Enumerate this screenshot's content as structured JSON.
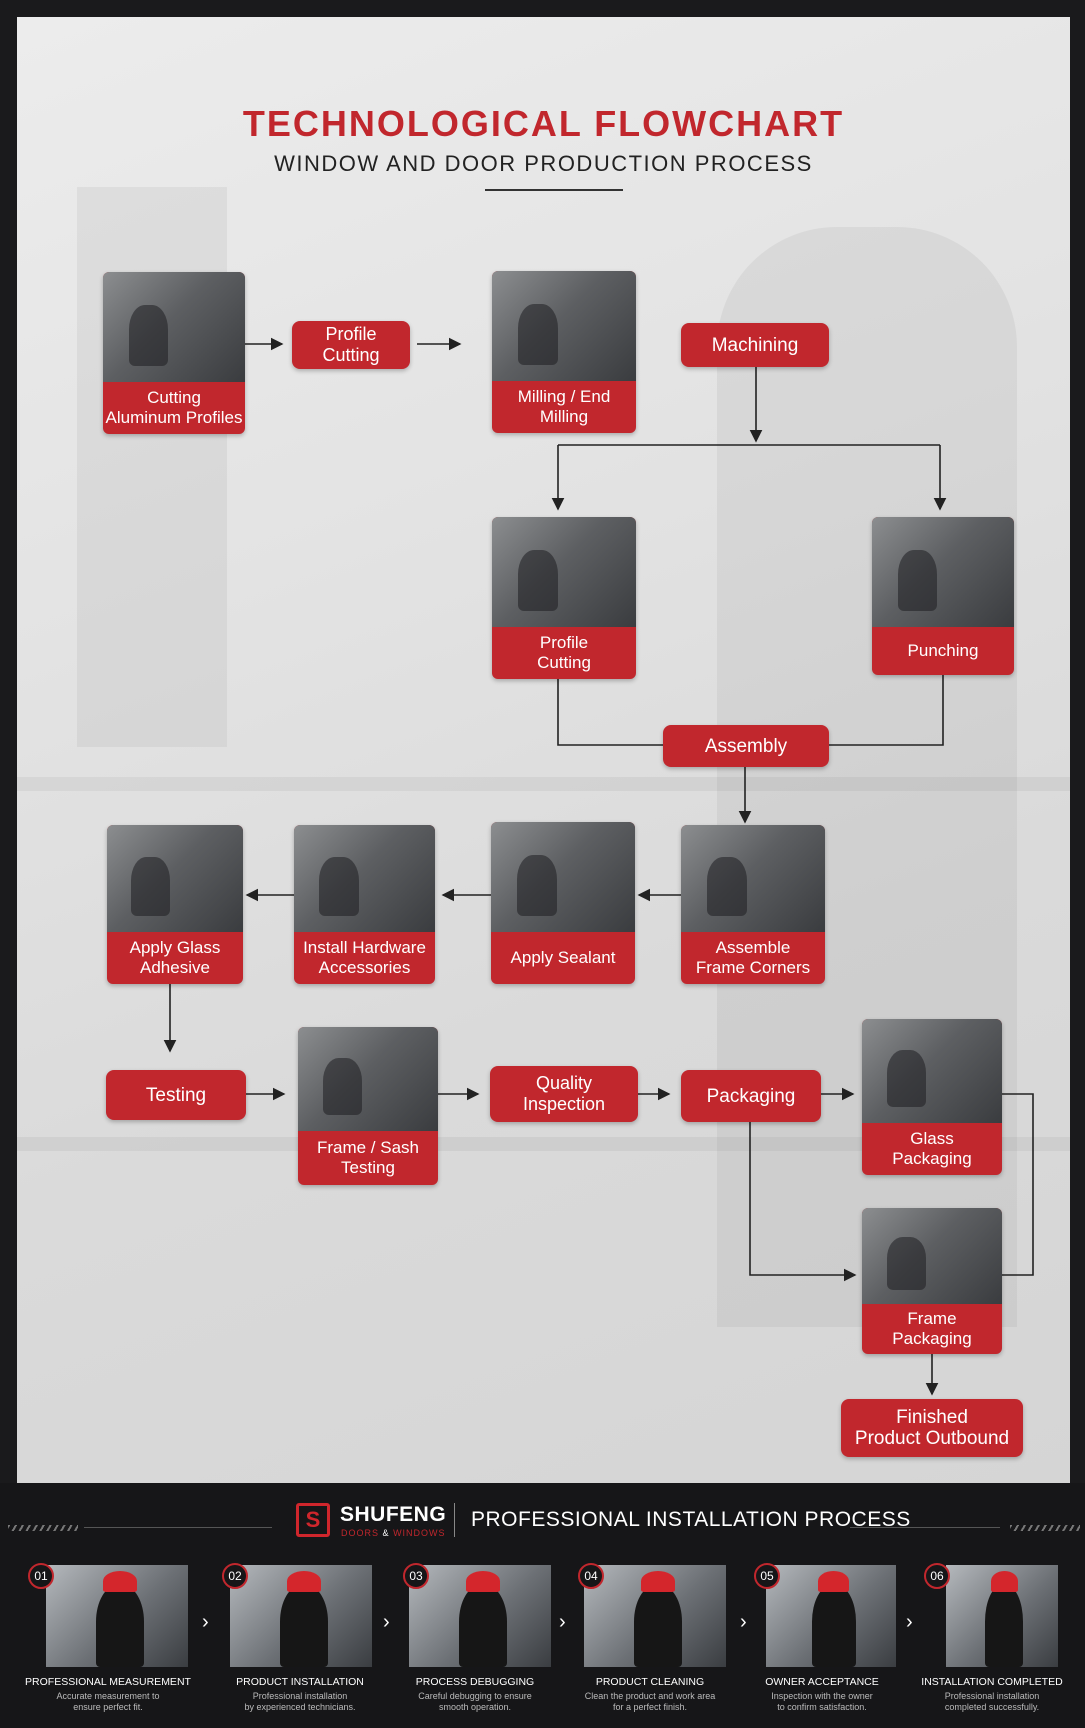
{
  "header": {
    "title": "TECHNOLOGICAL FLOWCHART",
    "subtitle": "WINDOW AND DOOR PRODUCTION PROCESS"
  },
  "flow": {
    "cutting_aluminum": "Cutting\nAluminum Profiles",
    "profile_cutting_1": "Profile\nCutting",
    "milling": "Milling / End\nMilling",
    "machining": "Machining",
    "profile_cutting_2": "Profile\nCutting",
    "punching": "Punching",
    "assembly": "Assembly",
    "apply_glass": "Apply Glass\nAdhesive",
    "install_hardware": "Install Hardware\nAccessories",
    "apply_sealant": "Apply Sealant",
    "assemble_corners": "Assemble\nFrame Corners",
    "testing": "Testing",
    "frame_sash_testing": "Frame / Sash\nTesting",
    "quality_inspection": "Quality\nInspection",
    "packaging": "Packaging",
    "glass_packaging": "Glass\nPackaging",
    "frame_packaging": "Frame\nPackaging",
    "finished": "Finished\nProduct Outbound"
  },
  "footer": {
    "brand": "SHUFENG",
    "brand_doors": "DOORS",
    "brand_amp": "&",
    "brand_windows": "WINDOWS",
    "title": "PROFESSIONAL INSTALLATION PROCESS",
    "steps": [
      {
        "num": "01",
        "name": "PROFESSIONAL MEASUREMENT",
        "desc": "Accurate measurement to\nensure perfect fit."
      },
      {
        "num": "02",
        "name": "PRODUCT INSTALLATION",
        "desc": "Professional installation\nby experienced technicians."
      },
      {
        "num": "03",
        "name": "PROCESS DEBUGGING",
        "desc": "Careful debugging to ensure\nsmooth operation."
      },
      {
        "num": "04",
        "name": "PRODUCT CLEANING",
        "desc": "Clean the product and work area\nfor a perfect finish."
      },
      {
        "num": "05",
        "name": "OWNER ACCEPTANCE",
        "desc": "Inspection with the owner\nto confirm satisfaction."
      },
      {
        "num": "06",
        "name": "INSTALLATION COMPLETED",
        "desc": "Professional installation\ncompleted successfully."
      }
    ]
  },
  "colors": {
    "accent": "#c1272d",
    "dark": "#161618",
    "panel": "#e6e6e6"
  }
}
